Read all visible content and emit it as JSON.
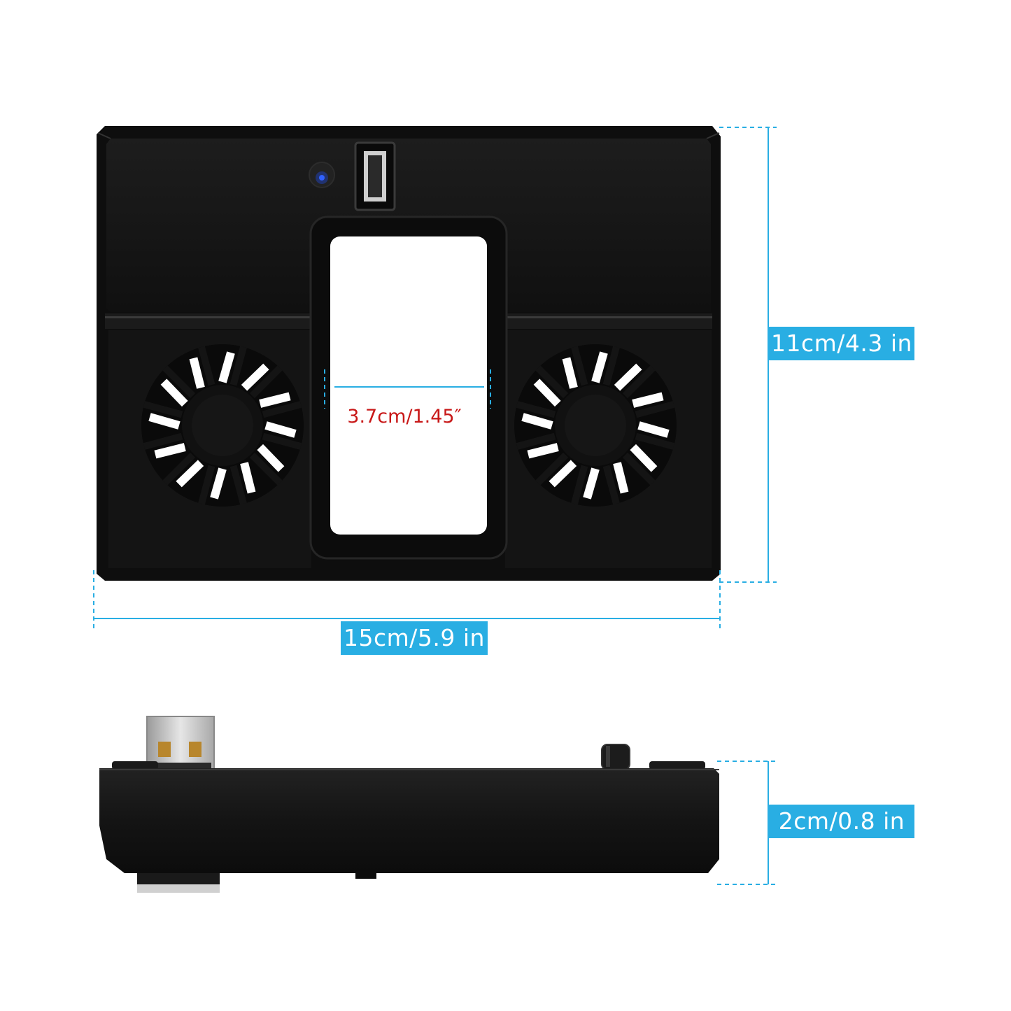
{
  "image": {
    "background": "#ffffff",
    "subject": "cooling-fan-stand",
    "device_color": "#161616",
    "accent_color": "#29aee3",
    "opening_label_color": "#c81818",
    "power_led_color": "#1f4fff"
  },
  "dimensions": {
    "width": "15cm/5.9 in",
    "height": "11cm/4.3 in",
    "depth": "2cm/0.8 in",
    "opening": "3.7cm/1.45″"
  }
}
